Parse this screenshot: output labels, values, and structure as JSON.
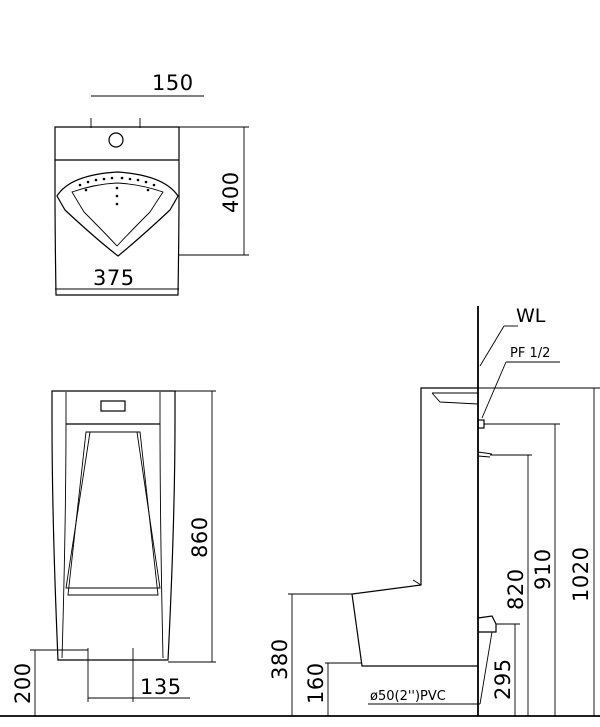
{
  "top_view": {
    "width_top": "150",
    "height": "400",
    "width_bottom": "375"
  },
  "front_view": {
    "height": "860",
    "inlet_height": "200",
    "outlet_spacing": "135"
  },
  "side_view": {
    "water_line_label": "WL",
    "supply_label": "PF 1/2",
    "height_1020": "1020",
    "height_910": "910",
    "height_820": "820",
    "height_295": "295",
    "height_380": "380",
    "height_160": "160",
    "drain_label": "ø50(2'')PVC"
  }
}
